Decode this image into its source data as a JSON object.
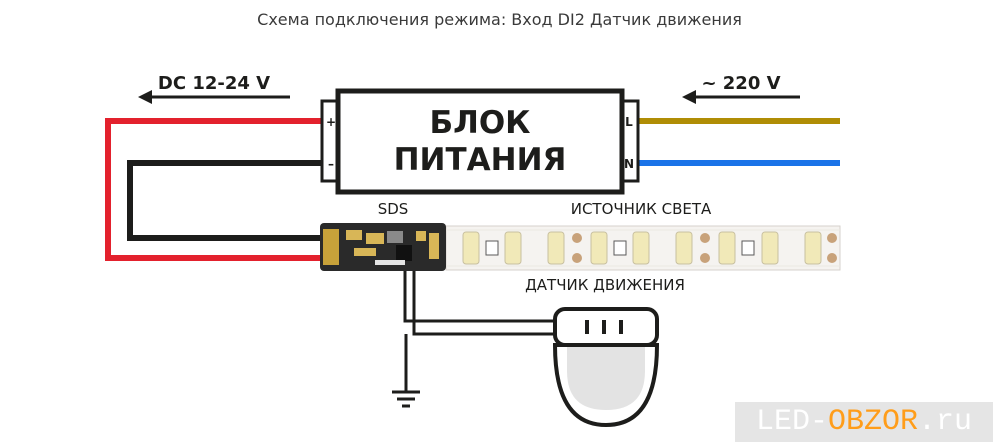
{
  "title": "Схема подключения режима: Вход DI2 Датчик движения",
  "power_supply": {
    "label_line1": "БЛОК",
    "label_line2": "ПИТАНИЯ",
    "terminal_plus": "+",
    "terminal_minus": "–",
    "terminal_l": "L",
    "terminal_n": "N"
  },
  "labels": {
    "dc": "DC 12-24 V",
    "ac": "~ 220 V",
    "sds": "SDS",
    "light_source": "ИСТОЧНИК СВЕТА",
    "motion_sensor": "ДАТЧИК ДВИЖЕНИЯ"
  },
  "watermark": {
    "part1": "LED-",
    "part2": "OBZOR",
    "part3": ".ru"
  },
  "colors": {
    "positive_wire": "#e3212d",
    "negative_wire": "#1d1d1b",
    "live_wire": "#b08d05",
    "neutral_wire": "#1a73e8",
    "board": "#2a2a2a",
    "led": "#f1e9b8",
    "watermark_accent": "#ff9d1a"
  },
  "icons": {
    "arrows": "arrow-left-icon",
    "ground": "ground-icon"
  }
}
